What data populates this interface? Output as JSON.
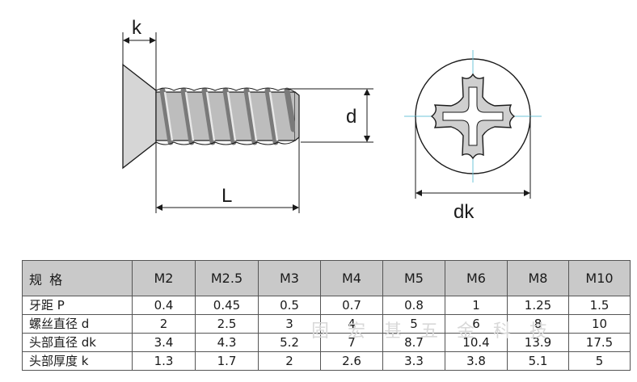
{
  "drawing": {
    "labels": {
      "k": "k",
      "d": "d",
      "L": "L",
      "dk": "dk"
    },
    "colors": {
      "line": "#1a1a1a",
      "screw_fill": "#cfcfcf",
      "thread": "#808080",
      "center_line": "#6fc5d8"
    }
  },
  "table": {
    "header": {
      "label": "规 格",
      "sizes": [
        "M2",
        "M2.5",
        "M3",
        "M4",
        "M5",
        "M6",
        "M8",
        "M10"
      ]
    },
    "rows": [
      {
        "label": "牙距 P",
        "values": [
          "0.4",
          "0.45",
          "0.5",
          "0.7",
          "0.8",
          "1",
          "1.25",
          "1.5"
        ]
      },
      {
        "label": "螺丝直径 d",
        "values": [
          "2",
          "2.5",
          "3",
          "4",
          "5",
          "6",
          "8",
          "10"
        ]
      },
      {
        "label": "头部直径 dk",
        "values": [
          "3.4",
          "4.3",
          "5.2",
          "7",
          "8.7",
          "10.4",
          "13.9",
          "17.5"
        ]
      },
      {
        "label": "头部厚度 k",
        "values": [
          "1.3",
          "1.7",
          "2",
          "2.6",
          "3.3",
          "3.8",
          "5.1",
          "5"
        ]
      }
    ],
    "colors": {
      "header_bg": "#c9c9c9",
      "border": "#555555"
    }
  },
  "watermark": "固 宏 基 五 金 科 技"
}
